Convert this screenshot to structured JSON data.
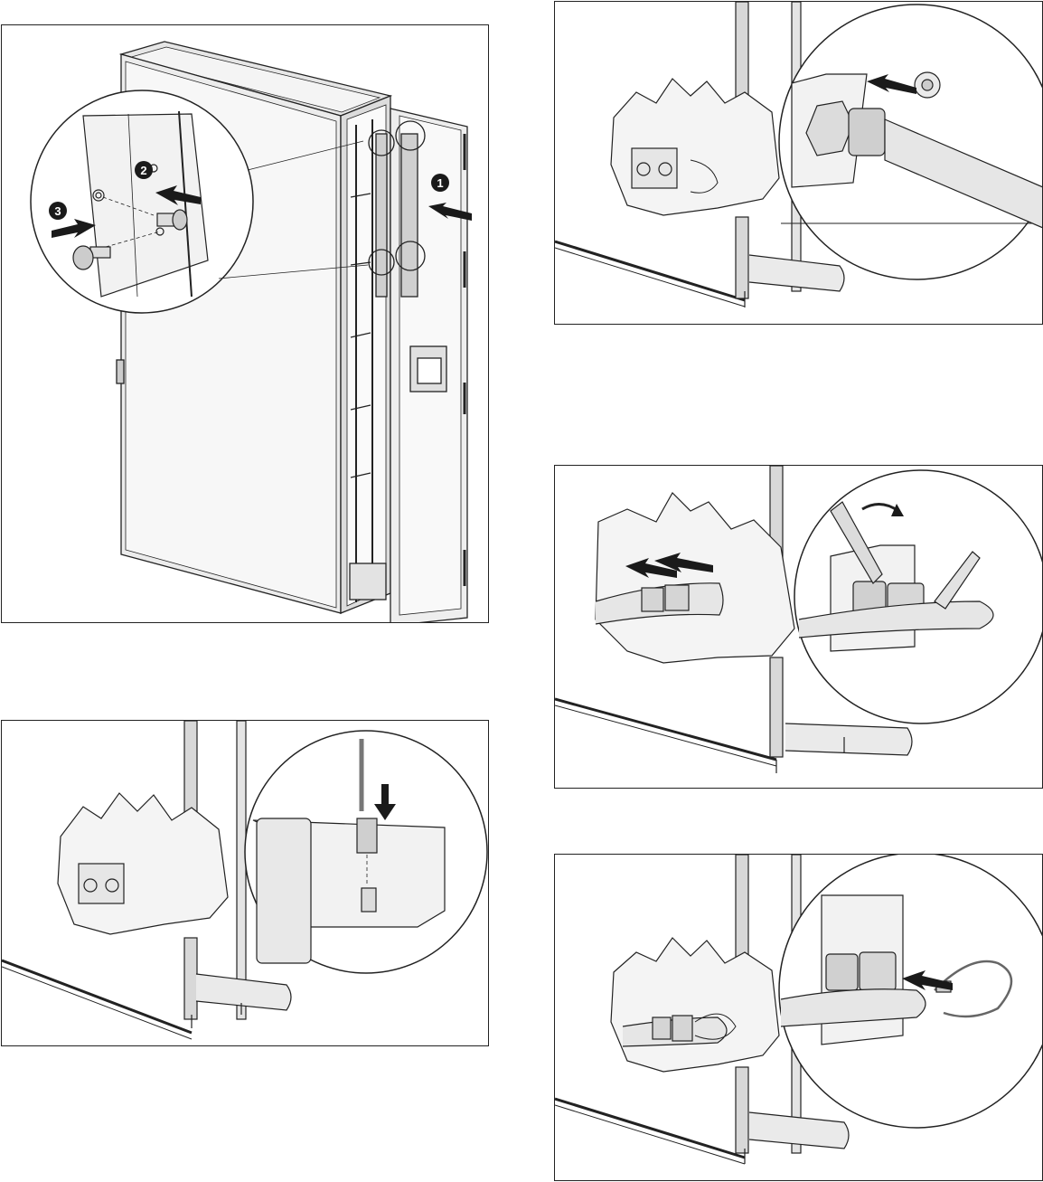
{
  "figure": {
    "panels": [
      {
        "id": "door-hinge-bracket-install",
        "callouts": [
          "1",
          "2",
          "3"
        ]
      },
      {
        "id": "sensor-connector-plug"
      },
      {
        "id": "hose-fitting-attach"
      },
      {
        "id": "hose-fitting-tighten-wrench"
      },
      {
        "id": "cable-connector-plug"
      }
    ]
  },
  "callouts": {
    "step1": "1",
    "step2": "2",
    "step3": "3"
  },
  "colors": {
    "line": "#222222",
    "shade": "#d9d9d9",
    "dark": "#555555",
    "arrow": "#1a1a1a"
  }
}
